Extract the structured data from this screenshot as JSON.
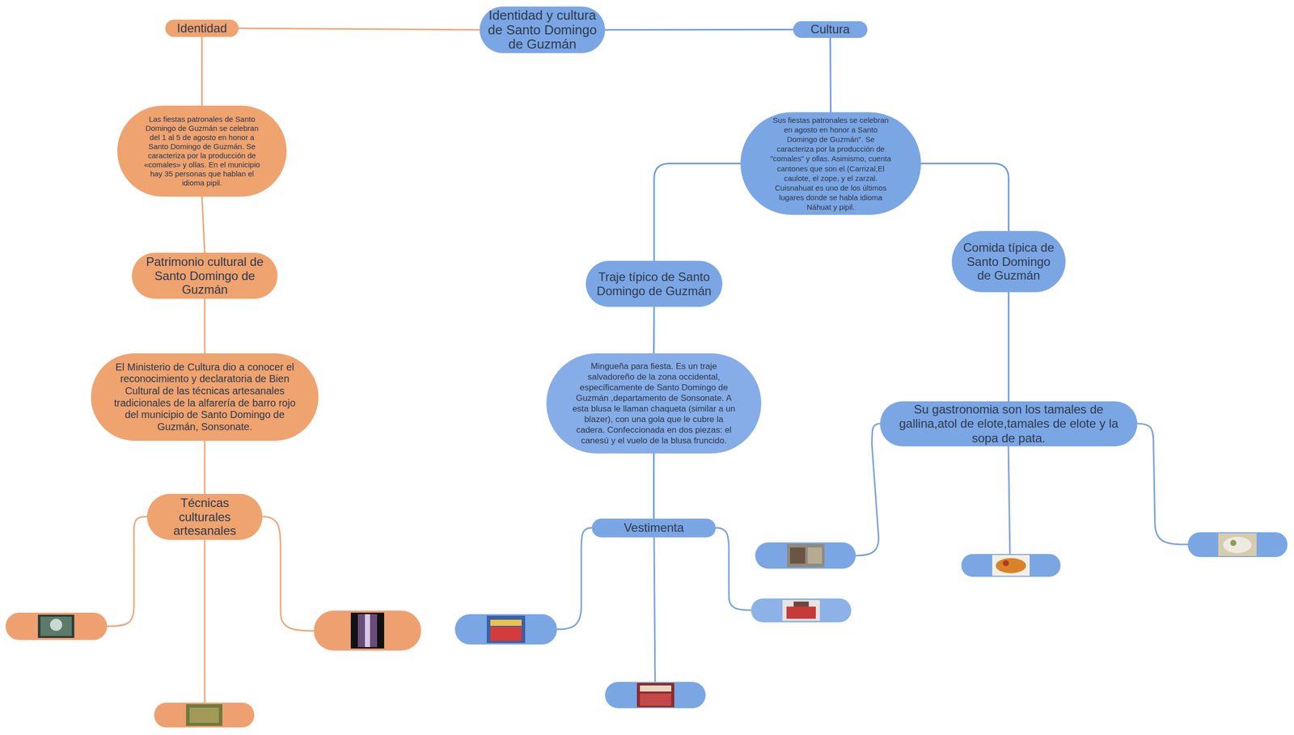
{
  "diagram": {
    "nodes": [
      {
        "text": [
          "Identidad y cultura de Santo Domingo de Guzmán"
        ]
      },
      {
        "text": [
          "Identidad"
        ]
      },
      {
        "text": [
          "Cultura"
        ]
      },
      {
        "text": [
          "Las fiestas patronales de Santo Domingo de Guzmán se celebran del 1 al 5 de agosto en honor a Santo Domingo de Guzmán. Se caracteriza por la producción de «comales» y ollas. En el municipio hay 35 personas que hablan el idioma pipil."
        ]
      },
      {
        "text": [
          "Sus fiestas patronales se celebran en agosto en honor a Santo Domingo de Guzmán\". Se caracteriza por la producción de \"comales\" y ollas. Asimismo, cuenta cantones que son el (Carrizal,El caulote, el zope, y el zarzal. Cuisnahuat es uno de los últimos lugares donde se habla idioma Náhuat y pipil."
        ]
      },
      {
        "text": [
          "Patrimonio cultural de Santo Domingo de Guzmán"
        ]
      },
      {
        "text": [
          "Traje típico de Santo Domingo de Guzmán"
        ]
      },
      {
        "text": [
          "Comida típica de Santo Domingo de Guzmán"
        ]
      },
      {
        "text": [
          "El Ministerio de Cultura dio a conocer el reconocimiento y declaratoria de Bien Cultural de las técnicas artesanales tradicionales de la alfarería de barro rojo del municipio de Santo Domingo de Guzmán, Sonsonate."
        ]
      },
      {
        "text": [
          "Mingueña para fiesta. Es un traje salvadoreño de la zona occidental, específicamente de Santo Domingo de Guzmán ,departamento de Sonsonate. A esta blusa le llaman chaqueta (similar a un blazer), con una gola que le cubre la cadera. Confeccionada en dos piezas: el canesú y el vuelo de la blusa fruncido."
        ]
      },
      {
        "text": [
          "Su gastronomia son los tamales de gallina,atol de elote,tamales de elote y la sopa de pata."
        ]
      },
      {
        "text": [
          "Técnicas culturales artesanales"
        ]
      },
      {
        "text": [
          "Vestimenta"
        ]
      }
    ],
    "edges": [
      {
        "from": 0,
        "to": 1,
        "arrow": "none"
      },
      {
        "from": 0,
        "to": 2,
        "arrow": "none"
      },
      {
        "from": 1,
        "to": 3,
        "arrow": "none"
      },
      {
        "from": 2,
        "to": 4,
        "arrow": "none"
      },
      {
        "from": 3,
        "to": 5,
        "arrow": "none"
      },
      {
        "from": 4,
        "to": 6,
        "arrow": "none"
      },
      {
        "from": 4,
        "to": 7,
        "arrow": "none"
      },
      {
        "from": 5,
        "to": 8,
        "arrow": "none"
      },
      {
        "from": 6,
        "to": 9,
        "arrow": "none"
      },
      {
        "from": 7,
        "to": 10,
        "arrow": "none"
      },
      {
        "from": 8,
        "to": 11,
        "arrow": "none"
      },
      {
        "from": 9,
        "to": 12,
        "arrow": "none"
      }
    ]
  }
}
